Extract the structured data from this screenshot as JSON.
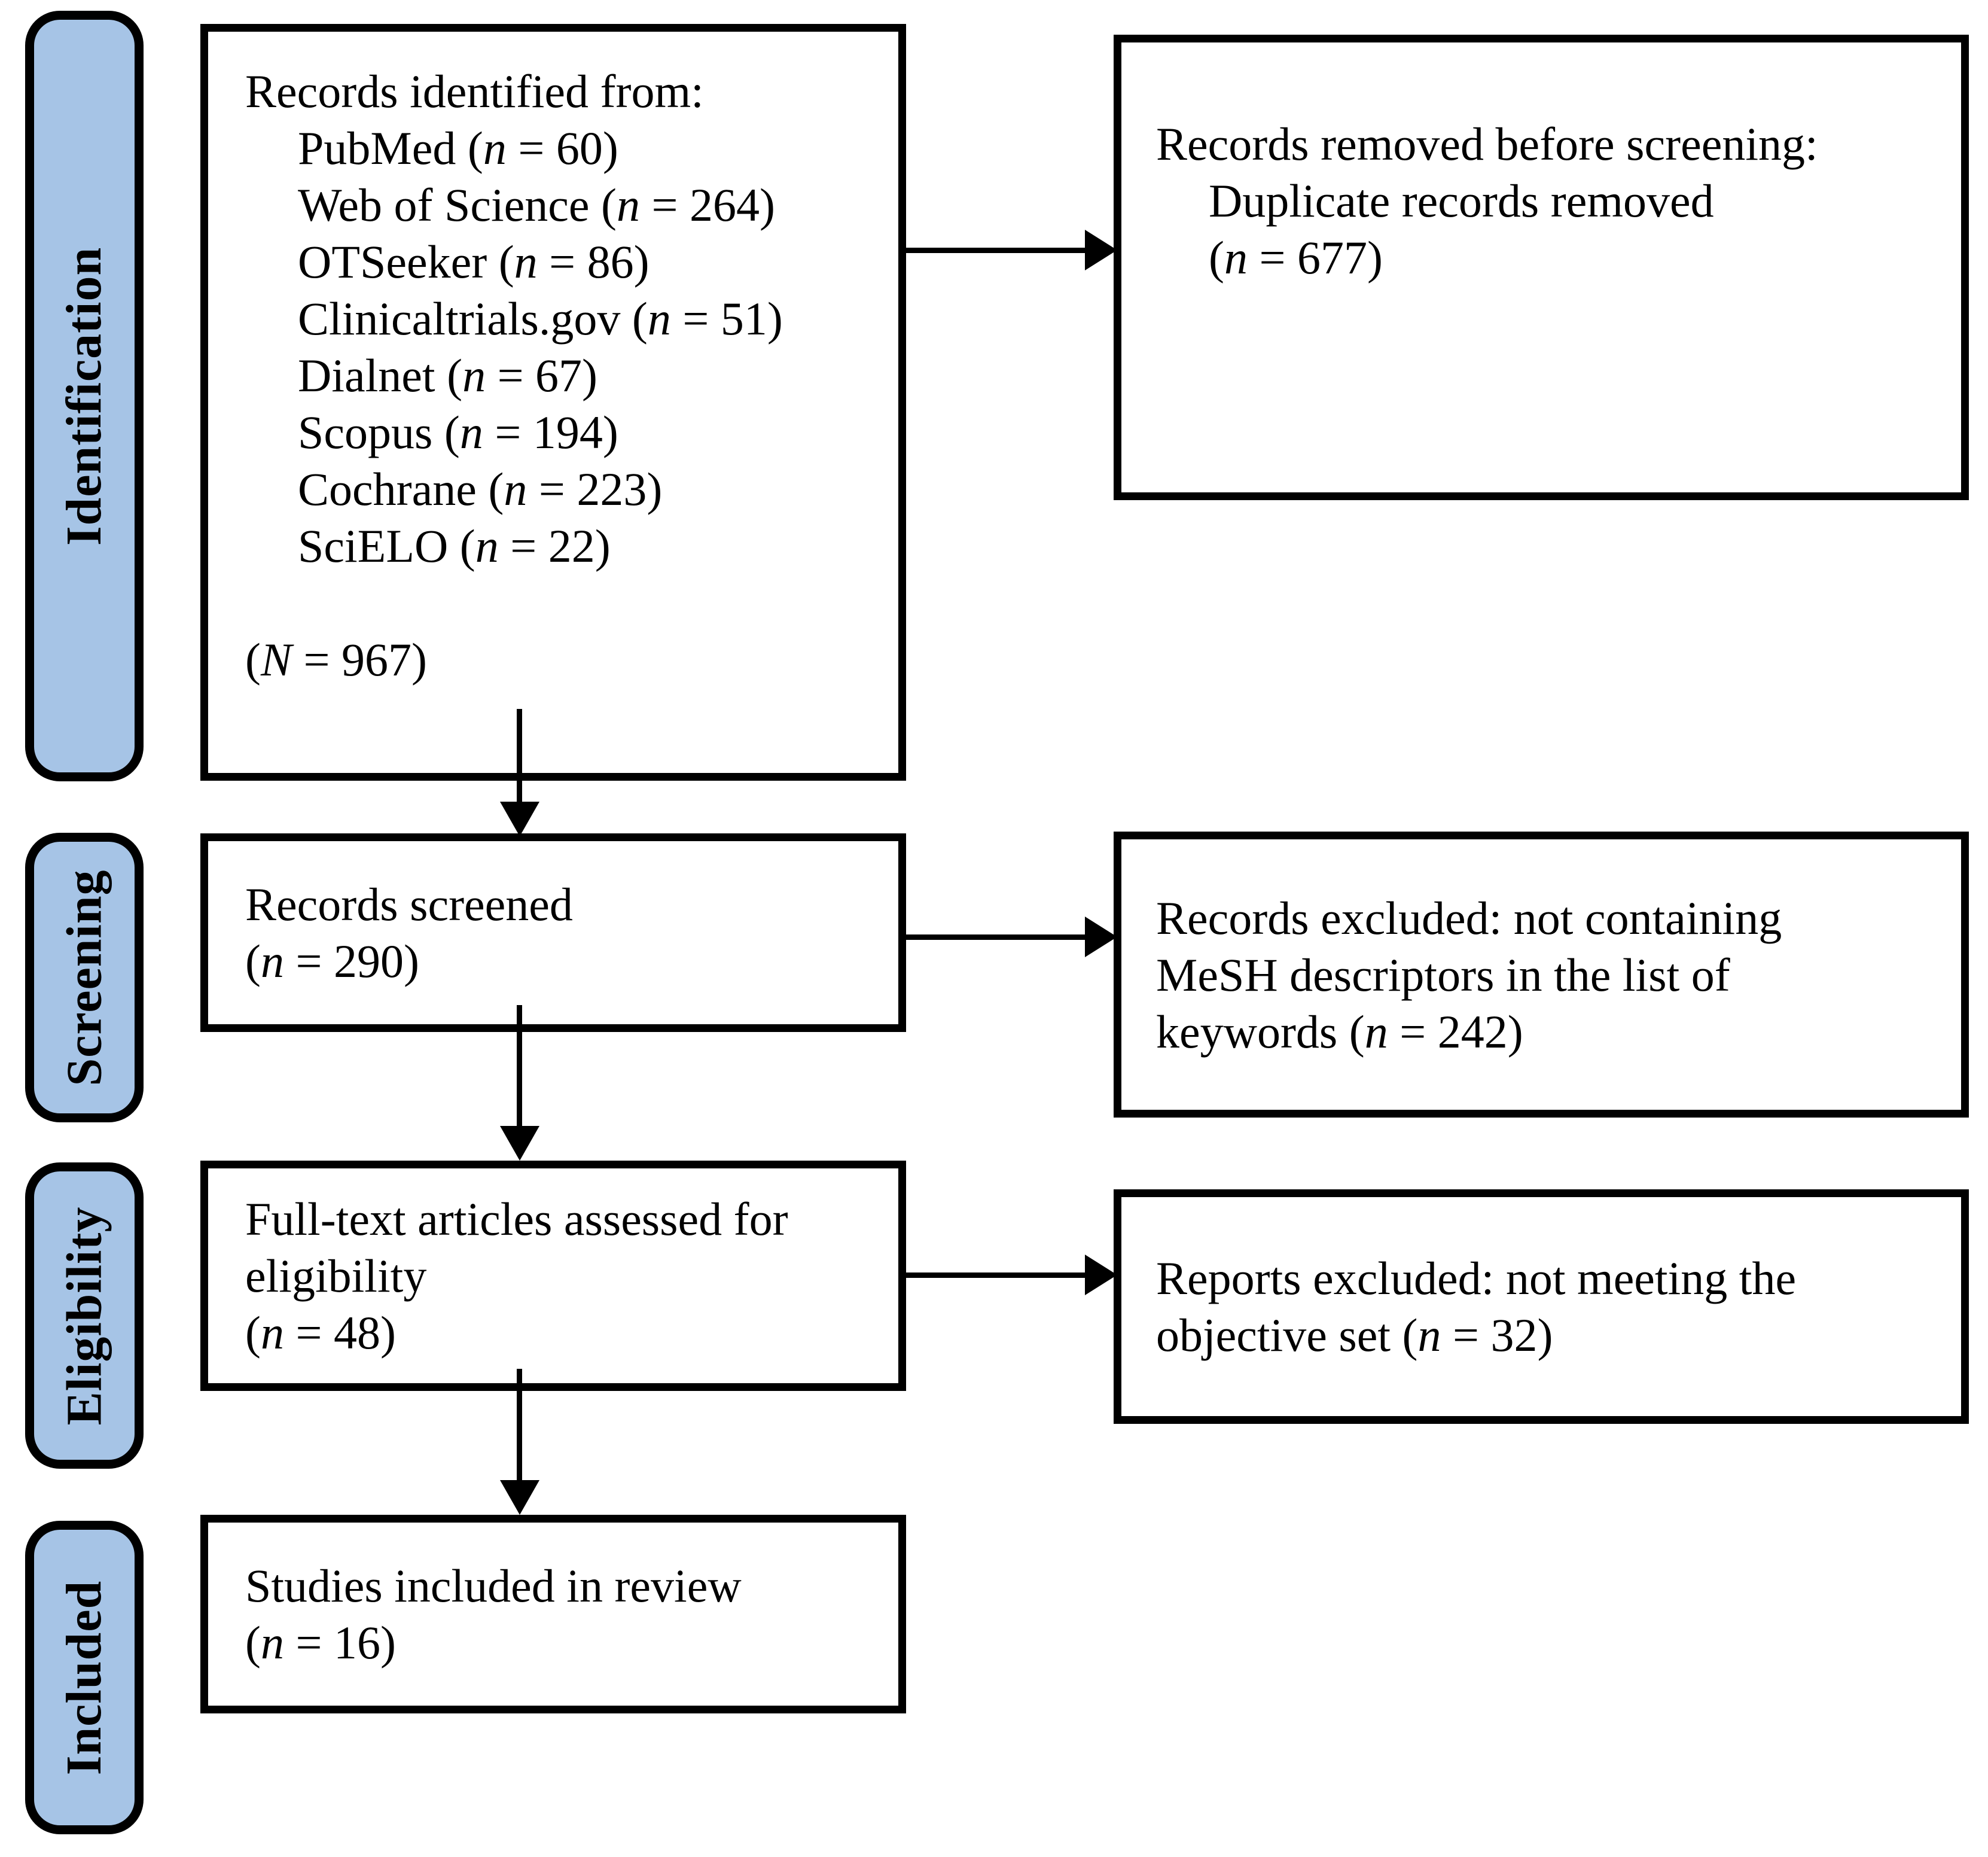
{
  "palette": {
    "tab_fill": "#A6C4E6",
    "box_fill": "#FFFFFF",
    "border": "#000000",
    "text": "#000000"
  },
  "sidebar": {
    "stages": [
      {
        "label": "Identification"
      },
      {
        "label": "Screening"
      },
      {
        "label": "Eligibility"
      },
      {
        "label": "Included"
      }
    ]
  },
  "boxes": {
    "identification_left": {
      "lines": [
        {
          "text": "Records identified from:",
          "indent": false
        },
        {
          "text": "PubMed (n = 60)",
          "indent": true
        },
        {
          "text": "Web of Science (n = 264)",
          "indent": true
        },
        {
          "text": "OTSeeker (n = 86)",
          "indent": true
        },
        {
          "text": "Clinicaltrials.gov (n = 51)",
          "indent": true
        },
        {
          "text": "Dialnet (n = 67)",
          "indent": true
        },
        {
          "text": "Scopus (n = 194)",
          "indent": true
        },
        {
          "text": "Cochrane (n = 223)",
          "indent": true
        },
        {
          "text": "SciELO (n = 22)",
          "indent": true
        },
        {
          "text": "",
          "indent": false
        },
        {
          "text": "(N = 967)",
          "indent": false
        }
      ]
    },
    "identification_right": {
      "lines": [
        {
          "text": "Records removed before screening:",
          "indent": false
        },
        {
          "text": "Duplicate records removed",
          "indent": true
        },
        {
          "text": "(n = 677)",
          "indent": true
        }
      ]
    },
    "screening_left": {
      "lines": [
        {
          "text": "Records screened",
          "indent": false
        },
        {
          "text": "(n = 290)",
          "indent": false
        }
      ]
    },
    "screening_right": {
      "lines": [
        {
          "text": "Records excluded: not containing",
          "indent": false
        },
        {
          "text": "MeSH descriptors in the list of",
          "indent": false
        },
        {
          "text": "keywords (n = 242)",
          "indent": false
        }
      ]
    },
    "eligibility_left": {
      "lines": [
        {
          "text": "Full-text articles assessed for",
          "indent": false
        },
        {
          "text": "eligibility",
          "indent": false
        },
        {
          "text": "(n = 48)",
          "indent": false
        }
      ]
    },
    "eligibility_right": {
      "lines": [
        {
          "text": "Reports excluded: not meeting the",
          "indent": false
        },
        {
          "text": "objective set (n = 32)",
          "indent": false
        }
      ]
    },
    "included_left": {
      "lines": [
        {
          "text": "Studies included in review",
          "indent": false
        },
        {
          "text": "(n = 16)",
          "indent": false
        }
      ]
    }
  }
}
